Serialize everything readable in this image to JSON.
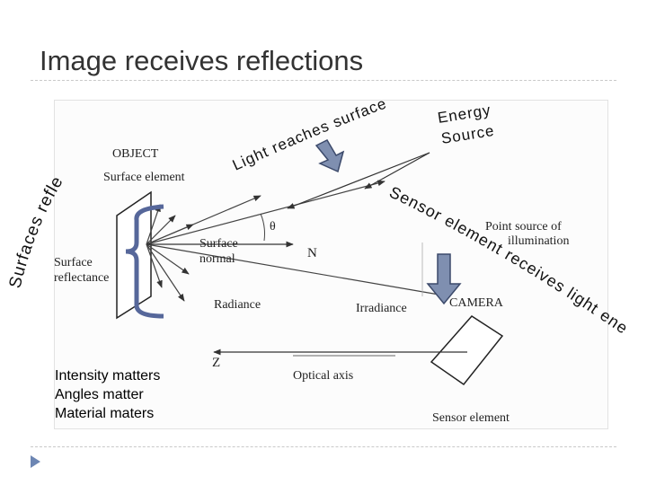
{
  "slide": {
    "title": "Image receives reflections"
  },
  "diagram": {
    "object_heading": "OBJECT",
    "surface_element": "Surface element",
    "surface_reflectance_1": "Surface",
    "surface_reflectance_2": "reflectance",
    "surface_normal_1": "Surface",
    "surface_normal_2": "normal",
    "theta": "θ",
    "n_label": "N",
    "radiance": "Radiance",
    "irradiance": "Irradiance",
    "point_source_1": "Point source of",
    "point_source_2": "illumination",
    "camera": "CAMERA",
    "z_label": "Z",
    "optical_axis": "Optical axis",
    "sensor_element": "Sensor element"
  },
  "annotations": {
    "light_reaches_surfaces": "Light reaches surfaces",
    "energy": "Energy",
    "source": "Source",
    "surfaces_reflect": "Surfaces reflect",
    "sensor_element_receives": "Sensor element receives light energy"
  },
  "notes": [
    "Intensity matters",
    "Angles matter",
    "Material maters"
  ],
  "colors": {
    "arrow_fill": "#7f8fb0",
    "arrow_stroke": "#3c4a6b",
    "brace": "#56679a",
    "bullet": "#6d86b3"
  }
}
